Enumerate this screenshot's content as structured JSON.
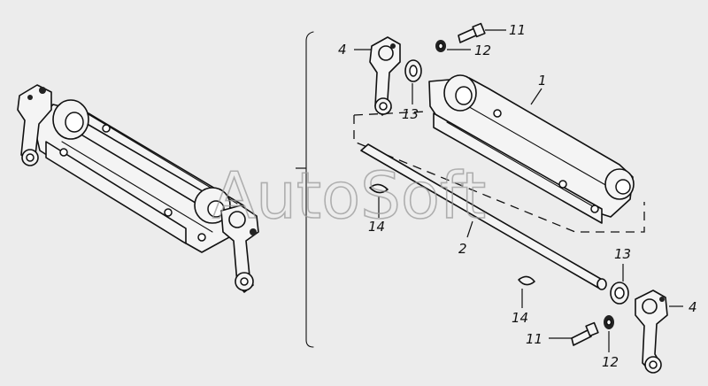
{
  "watermark": "AutoSoft",
  "callouts": {
    "c1": "1",
    "c2": "2",
    "c4a": "4",
    "c4b": "4",
    "c11a": "11",
    "c11b": "11",
    "c12a": "12",
    "c12b": "12",
    "c13a": "13",
    "c13b": "13",
    "c14a": "14",
    "c14b": "14"
  },
  "colors": {
    "background": "#ececec",
    "line": "#111111",
    "watermark": "#9a9a9a"
  }
}
